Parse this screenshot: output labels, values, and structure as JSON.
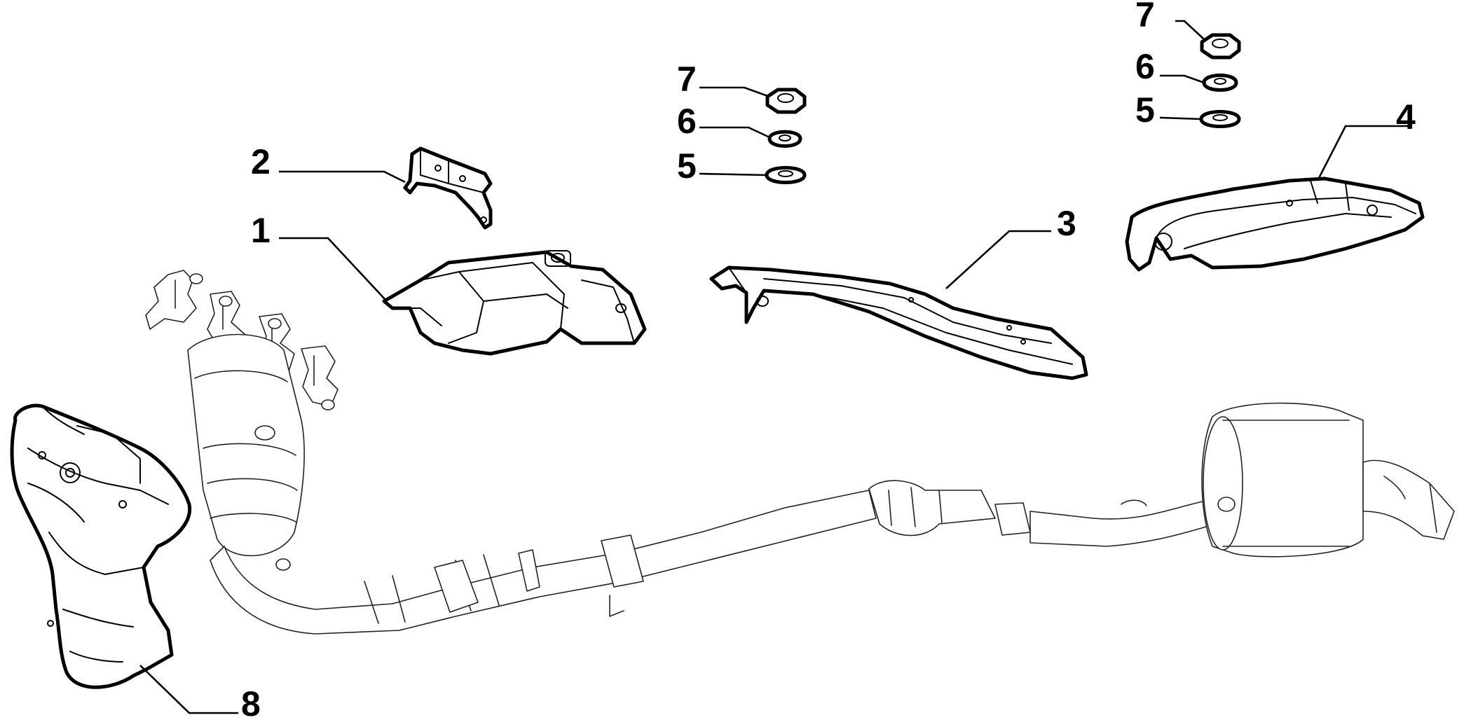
{
  "diagram": {
    "callouts": {
      "c1": "1",
      "c2": "2",
      "c3": "3",
      "c4": "4",
      "c5a": "5",
      "c6a": "6",
      "c7a": "7",
      "c5b": "5",
      "c6b": "6",
      "c7b": "7",
      "c8": "8"
    },
    "colors": {
      "line": "#000000",
      "background": "#ffffff"
    }
  }
}
